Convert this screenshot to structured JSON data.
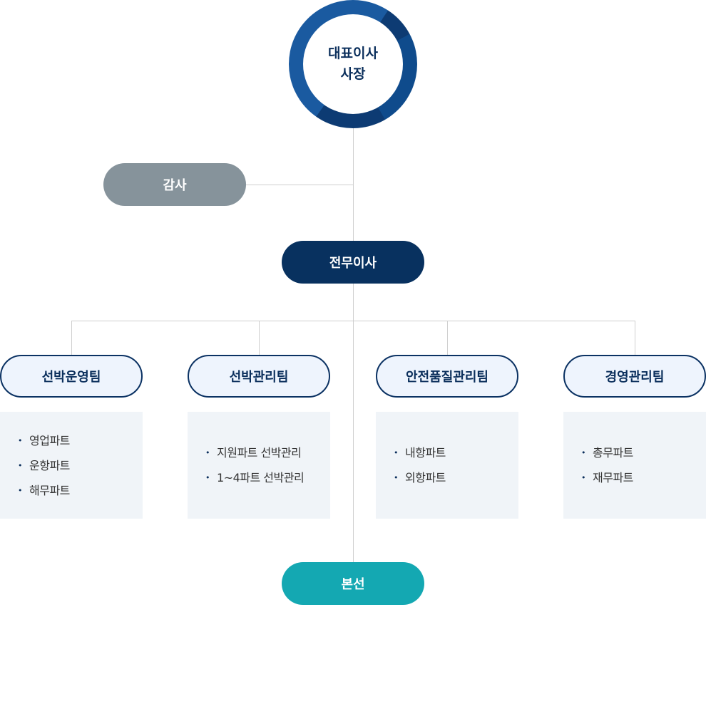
{
  "ceo": {
    "line1": "대표이사",
    "line2": "사장"
  },
  "auditor": "감사",
  "executive_director": "전무이사",
  "teams": [
    {
      "name": "선박운영팀",
      "parts": [
        "영업파트",
        "운항파트",
        "해무파트"
      ]
    },
    {
      "name": "선박관리팀",
      "parts": [
        "지원파트 선박관리",
        "1~4파트 선박관리"
      ]
    },
    {
      "name": "안전품질관리팀",
      "parts": [
        "내항파트",
        "외항파트"
      ]
    },
    {
      "name": "경영관리팀",
      "parts": [
        "총무파트",
        "재무파트"
      ]
    }
  ],
  "vessels": "본선",
  "colors": {
    "navy": "#08315f",
    "gray": "#86939b",
    "teal": "#14a8b2",
    "ring": "#1a5aa0"
  }
}
